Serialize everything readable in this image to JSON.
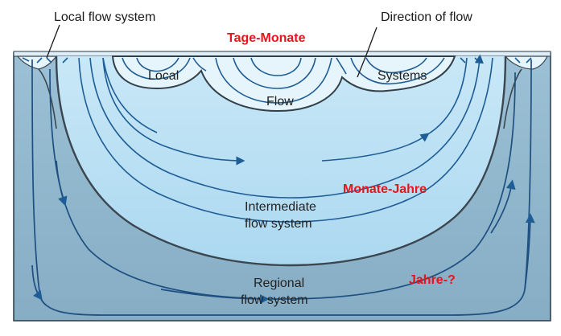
{
  "labels": {
    "local_flow_system": "Local flow system",
    "direction_of_flow": "Direction of flow",
    "tage_monate": "Tage-Monate",
    "local": "Local",
    "systems": "Systems",
    "flow": "Flow",
    "monate_jahre": "Monate-Jahre",
    "intermediate_line1": "Intermediate",
    "intermediate_line2": "flow system",
    "regional_line1": "Regional",
    "regional_line2": "flow system",
    "jahre": "Jahre-?"
  },
  "colors": {
    "regional_fill": "#8fb6cc",
    "intermediate_fill": "#b9dff3",
    "local_fill": "#e6f5fc",
    "flow_line": "#1f5d96",
    "highlight_text": "#e8141b",
    "boundary": "#3a4650"
  }
}
